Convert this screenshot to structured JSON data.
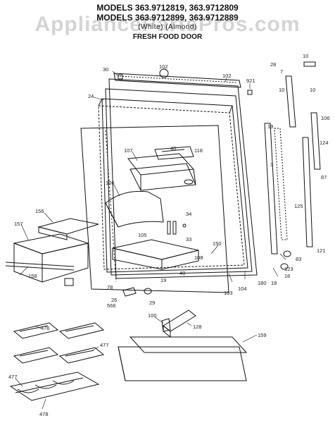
{
  "header": {
    "line1": "MODELS 363.9712819, 363.9712809",
    "line2": "MODELS 363.9712899, 363.9712889",
    "line3": "(White)                    (Almond)",
    "line4": "FRESH FOOD DOOR"
  },
  "watermark": "AppliancePartsPros.com",
  "part_labels": {
    "p30": "30",
    "p102a": "102",
    "p102b": "102",
    "p921": "921",
    "p10a": "10",
    "p7": "7",
    "p10b": "10",
    "p10c": "10",
    "p24": "24",
    "p106a": "106",
    "p19": "19",
    "p107": "107",
    "p40a": "40",
    "p118": "118",
    "p106b": "106",
    "p124": "124",
    "p3": "3",
    "p87": "87",
    "p156": "156",
    "p34": "34",
    "p157": "157",
    "p105": "105",
    "p33": "33",
    "p125": "125",
    "p150": "150",
    "p108": "108",
    "p158": "158",
    "p121": "121",
    "p40b": "40",
    "p19b": "19",
    "p123": "123",
    "p83": "83",
    "p18": "18",
    "p180": "180",
    "p78": "78",
    "p26": "26",
    "p29": "29",
    "p566": "566",
    "p103": "103",
    "p104": "104",
    "p100": "100",
    "p128": "128",
    "p476": "476",
    "p477a": "477",
    "p159": "159",
    "p477b": "477",
    "p478": "478",
    "p16": "16",
    "p28": "28"
  }
}
